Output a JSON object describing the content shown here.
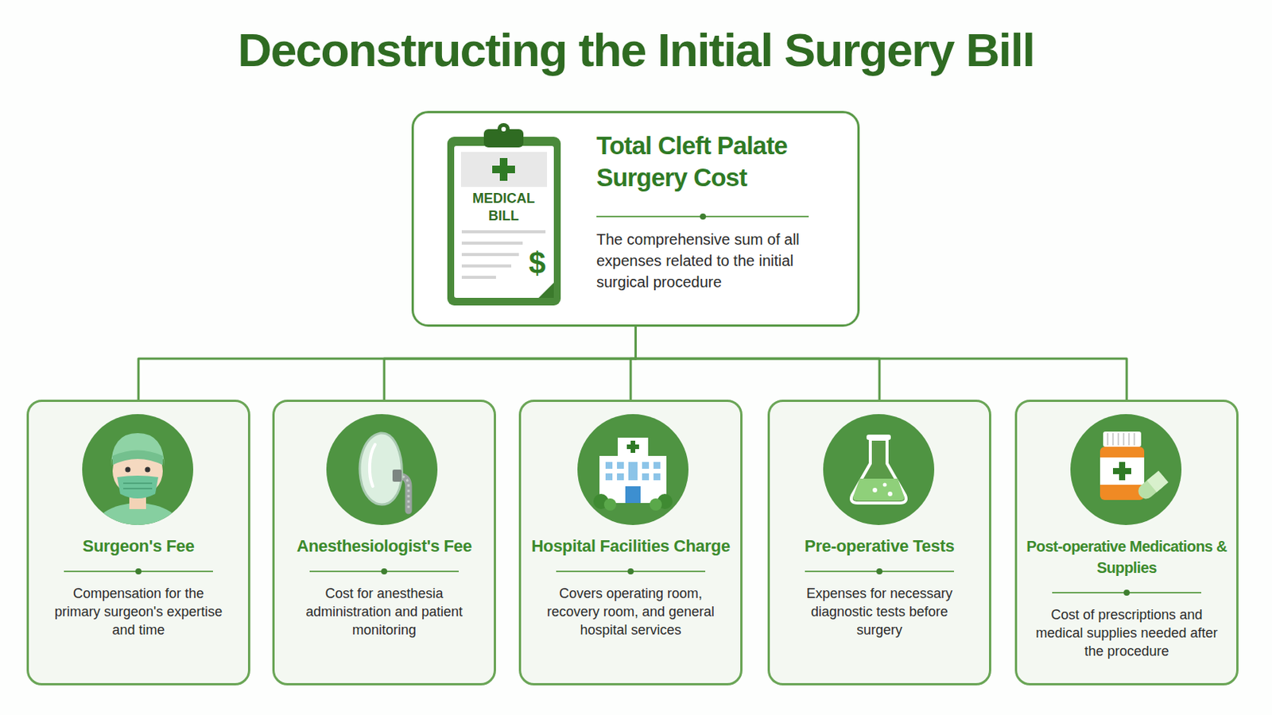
{
  "diagram": {
    "title": "Deconstructing the Initial Surgery Bill",
    "nodes": [
      {
        "text": [
          "Total Cleft Palate Surgery Cost",
          "The comprehensive sum of all expenses related to the initial surgical procedure"
        ]
      },
      {
        "text": [
          "Surgeon's Fee",
          "Compensation for the primary surgeon's expertise and time"
        ]
      },
      {
        "text": [
          "Anesthesiologist's Fee",
          "Cost for anesthesia administration and patient monitoring"
        ]
      },
      {
        "text": [
          "Hospital Facilities Charge",
          "Covers operating room, recovery room, and general hospital services"
        ]
      },
      {
        "text": [
          "Pre-operative Tests",
          "Expenses for necessary diagnostic tests before surgery"
        ]
      },
      {
        "text": [
          "Post-operative Medications & Supplies",
          "Cost of prescriptions and medical supplies needed after the procedure"
        ]
      }
    ],
    "edges": [
      {
        "from": 0,
        "to": 1,
        "arrow": "none"
      },
      {
        "from": 0,
        "to": 2,
        "arrow": "none"
      },
      {
        "from": 0,
        "to": 3,
        "arrow": "none"
      },
      {
        "from": 0,
        "to": 4,
        "arrow": "none"
      },
      {
        "from": 0,
        "to": 5,
        "arrow": "none"
      }
    ],
    "labels": [
      "MEDICAL BILL",
      "$"
    ]
  }
}
